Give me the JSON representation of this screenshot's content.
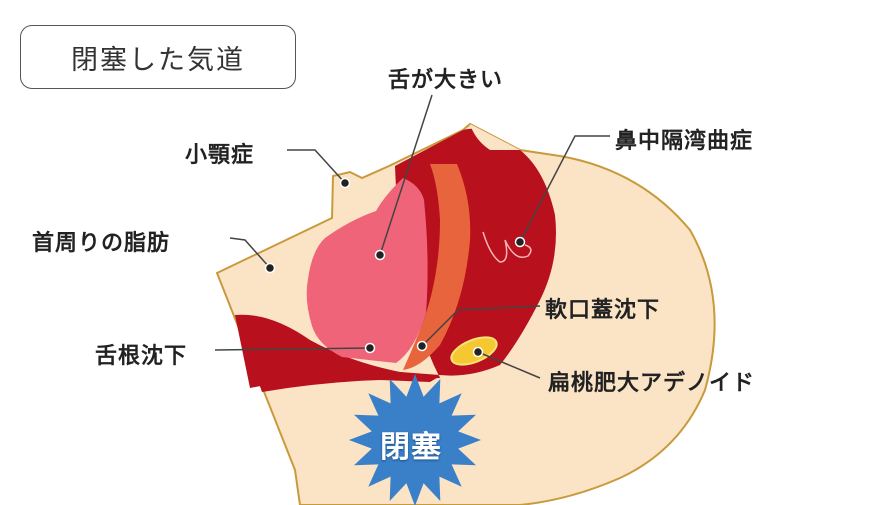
{
  "title": "閉塞した気道",
  "labels": {
    "tongue_large": "舌が大きい",
    "micrognathia": "小顎症",
    "neck_fat": "首周りの脂肪",
    "glossoptosis": "舌根沈下",
    "septum_deviation": "鼻中隔湾曲症",
    "soft_palate": "軟口蓋沈下",
    "tonsil_adenoid": "扁桃肥大アデノイド"
  },
  "badge": "閉塞",
  "colors": {
    "skin": "#fbe3c6",
    "outline": "#c99a3c",
    "tissue": "#b8101c",
    "tongue": "#f0647a",
    "palate": "#e8643c",
    "tonsil": "#f5c832",
    "badge": "#3a80c8"
  }
}
